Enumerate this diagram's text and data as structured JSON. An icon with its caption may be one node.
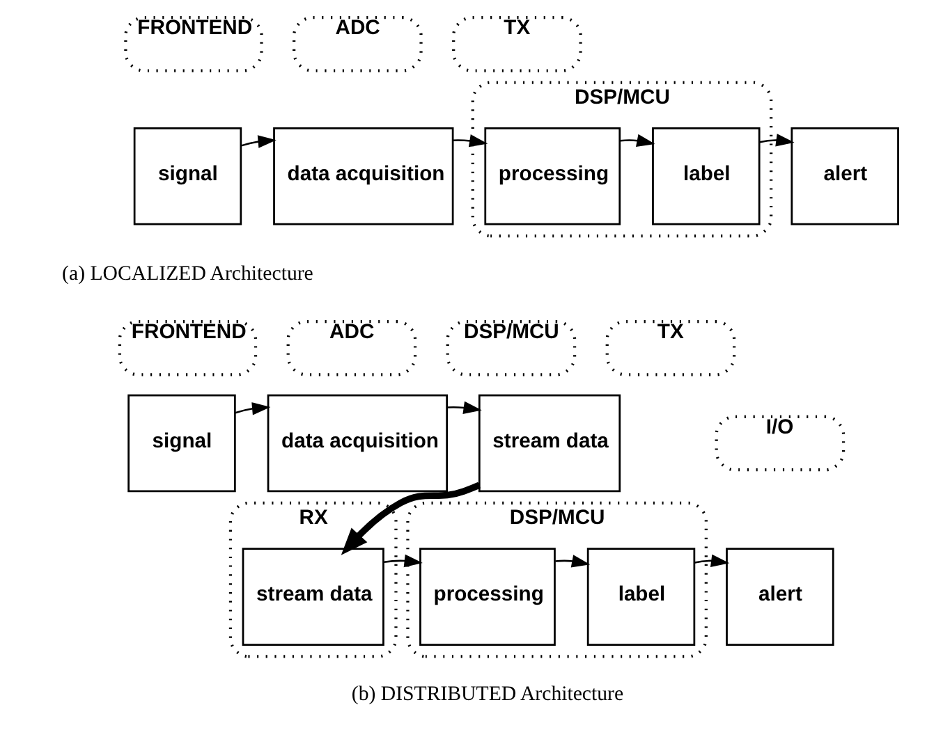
{
  "diagram": {
    "nodes": [
      {
        "text": [
          "FRONTEND"
        ]
      },
      {
        "text": [
          "ADC"
        ]
      },
      {
        "text": [
          "DSP/MCU"
        ]
      },
      {
        "text": [
          "TX"
        ]
      },
      {
        "text": [
          "signal"
        ]
      },
      {
        "text": [
          "data acquisition"
        ]
      },
      {
        "text": [
          "processing"
        ],
        "in": 2
      },
      {
        "text": [
          "label"
        ],
        "in": 2
      },
      {
        "text": [
          "alert"
        ]
      },
      {
        "text": [
          "FRONTEND"
        ]
      },
      {
        "text": [
          "ADC"
        ]
      },
      {
        "text": [
          "DSP/MCU"
        ]
      },
      {
        "text": [
          "TX"
        ]
      },
      {
        "text": [
          "signal"
        ]
      },
      {
        "text": [
          "data acquisition"
        ]
      },
      {
        "text": [
          "stream data"
        ]
      },
      {
        "text": [
          "RX"
        ]
      },
      {
        "text": [
          "DSP/MCU"
        ]
      },
      {
        "text": [
          "I/O"
        ]
      },
      {
        "text": [
          "stream data"
        ],
        "in": 16
      },
      {
        "text": [
          "processing"
        ],
        "in": 17
      },
      {
        "text": [
          "label"
        ],
        "in": 17
      },
      {
        "text": [
          "alert"
        ]
      }
    ],
    "edges": [
      {
        "from": 4,
        "to": 5,
        "arrow": "to"
      },
      {
        "from": 5,
        "to": 6,
        "arrow": "to"
      },
      {
        "from": 6,
        "to": 7,
        "arrow": "to"
      },
      {
        "from": 7,
        "to": 8,
        "arrow": "to"
      },
      {
        "from": 13,
        "to": 14,
        "arrow": "to"
      },
      {
        "from": 14,
        "to": 15,
        "arrow": "to"
      },
      {
        "from": 15,
        "to": 19,
        "arrow": "to",
        "style": "thick"
      },
      {
        "from": 19,
        "to": 20,
        "arrow": "to"
      },
      {
        "from": 20,
        "to": 21,
        "arrow": "to"
      },
      {
        "from": 21,
        "to": 22,
        "arrow": "to"
      }
    ],
    "labels": [
      "(a) LOCALIZED Architecture",
      "(b) DISTRIBUTED Architecture"
    ]
  }
}
